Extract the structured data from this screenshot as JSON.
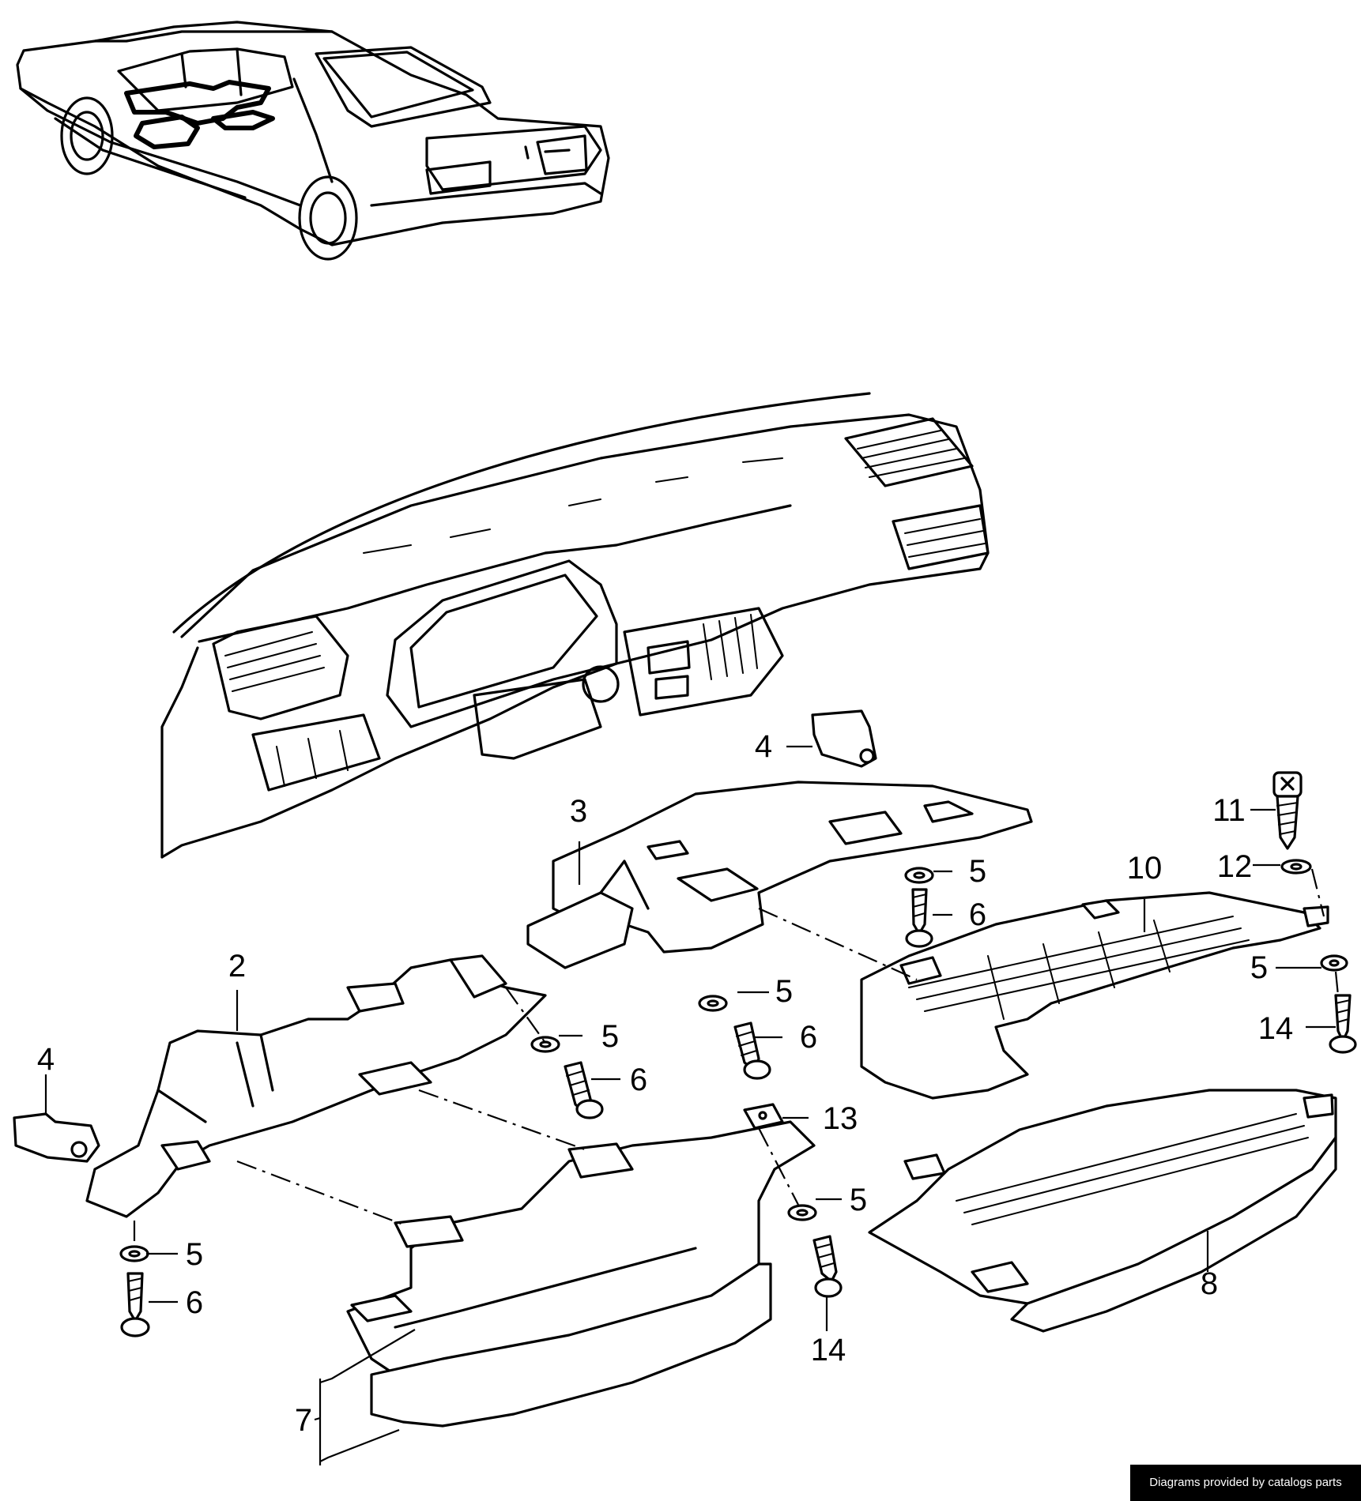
{
  "callouts": {
    "c2": "2",
    "c3": "3",
    "c4a": "4",
    "c4b": "4",
    "c5a": "5",
    "c5b": "5",
    "c5c": "5",
    "c5d": "5",
    "c5e": "5",
    "c5f": "5",
    "c6a": "6",
    "c6b": "6",
    "c6c": "6",
    "c6d": "6",
    "c7": "7",
    "c8": "8",
    "c10": "10",
    "c11": "11",
    "c12": "12",
    "c13": "13",
    "c14a": "14",
    "c14b": "14"
  },
  "footer": {
    "credit": "Diagrams provided by catalogs parts"
  }
}
